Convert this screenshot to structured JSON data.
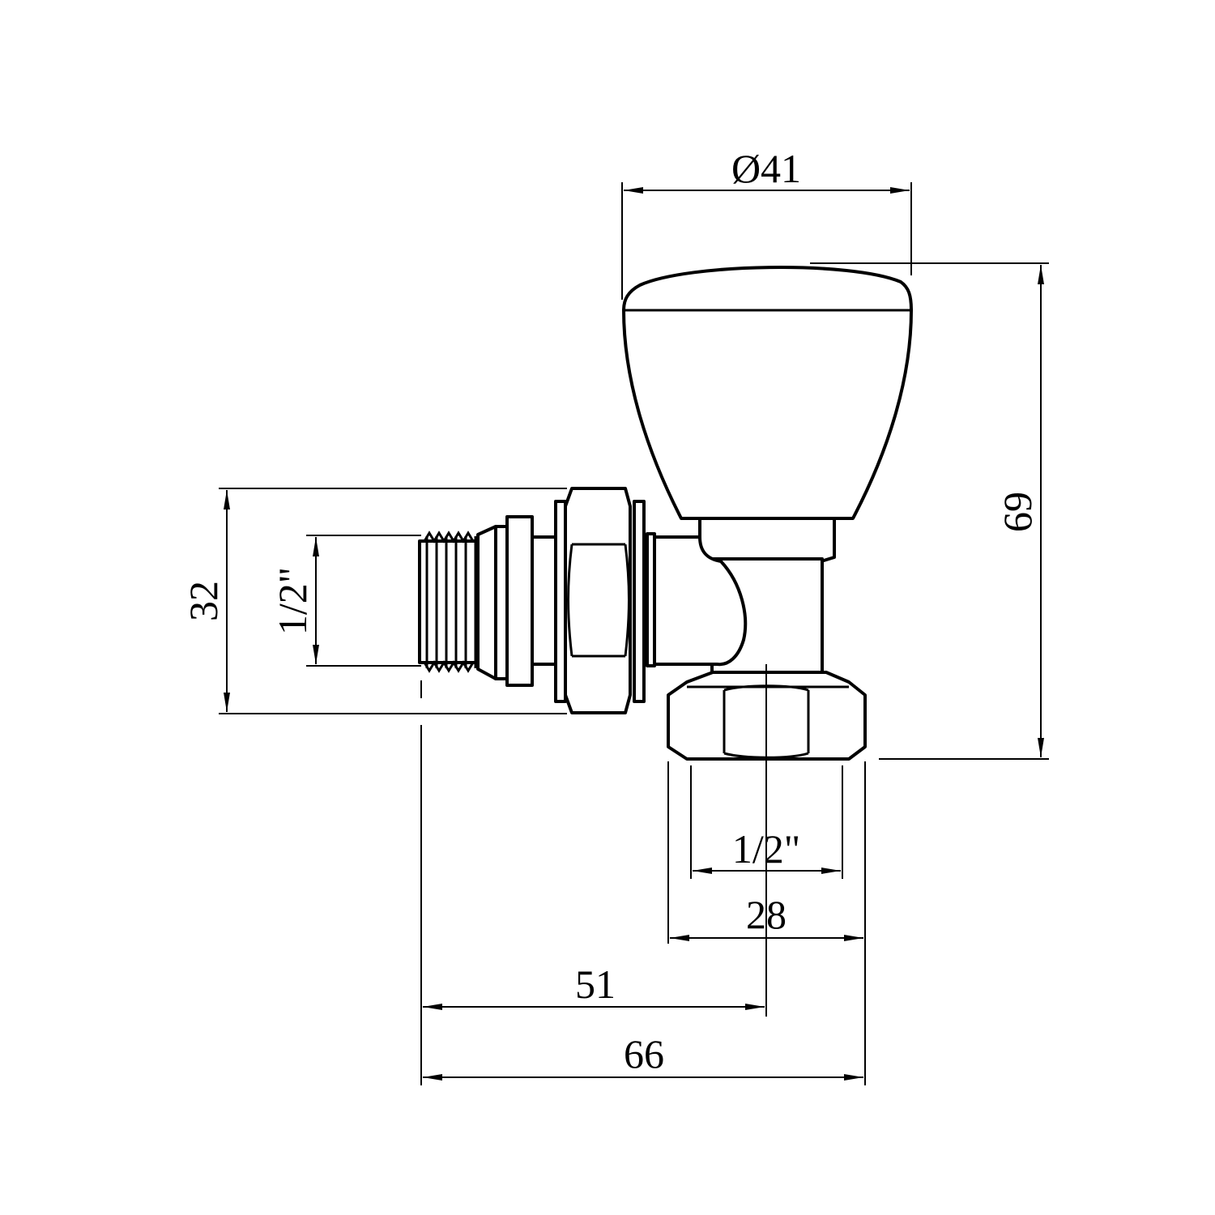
{
  "drawing": {
    "dimensions": {
      "knob_diameter": "Ø41",
      "total_height": "69",
      "side_connection_height": "32",
      "side_thread": "1/2\"",
      "bottom_thread": "1/2\"",
      "bottom_nut_width": "28",
      "axis_to_axis": "51",
      "total_length": "66"
    },
    "colors": {
      "line": "#000000",
      "background": "#ffffff"
    }
  }
}
